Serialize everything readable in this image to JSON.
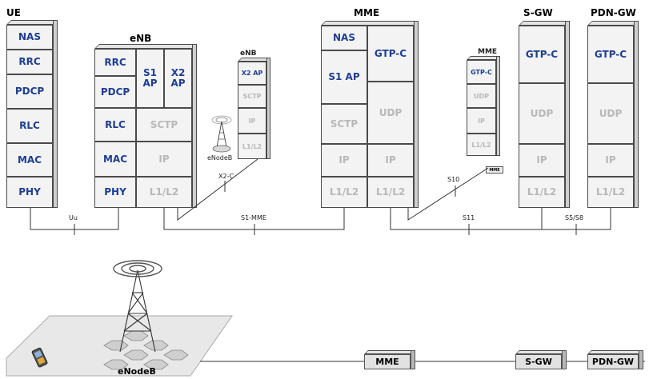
{
  "stacks": {
    "ue": {
      "title": "UE",
      "layers": [
        "NAS",
        "RRC",
        "PDCP",
        "RLC",
        "MAC",
        "PHY"
      ]
    },
    "enb": {
      "title": "eNB",
      "left": [
        "RRC",
        "PDCP",
        "RLC",
        "MAC",
        "PHY"
      ],
      "s1ap": "S1\nAP",
      "x2ap": "X2\nAP",
      "right": [
        "SCTP",
        "IP",
        "L1/L2"
      ]
    },
    "enb_small": {
      "title": "eNB",
      "layers": [
        "X2 AP",
        "SCTP",
        "IP",
        "L1/L2"
      ]
    },
    "mme": {
      "title": "MME",
      "left": [
        "NAS",
        "S1 AP",
        "SCTP",
        "IP",
        "L1/L2"
      ],
      "right": [
        "GTP-C",
        "UDP",
        "IP",
        "L1/L2"
      ]
    },
    "mme_small": {
      "title": "MME",
      "layers": [
        "GTP-C",
        "UDP",
        "IP",
        "L1/L2"
      ]
    },
    "sgw": {
      "title": "S-GW",
      "layers": [
        "GTP-C",
        "UDP",
        "IP",
        "L1/L2"
      ]
    },
    "pdngw": {
      "title": "PDN-GW",
      "layers": [
        "GTP-C",
        "UDP",
        "IP",
        "L1/L2"
      ]
    }
  },
  "interfaces": {
    "uu": "Uu",
    "x2c": "X2-C",
    "s1mme": "S1-MME",
    "s10": "S10",
    "s11": "S11",
    "s5s8": "S5/S8"
  },
  "labels": {
    "enodeb_icon": "eNodeB",
    "mme_icon": "MME"
  },
  "topology": {
    "enodeb": "eNodeB",
    "mme": "MME",
    "sgw": "S-GW",
    "pdngw": "PDN-GW"
  },
  "colors": {
    "protocol_text": "#1f3e8f",
    "transport_text": "#b8b8b8",
    "cell_fill": "#f3f3f3",
    "line": "#333333"
  }
}
